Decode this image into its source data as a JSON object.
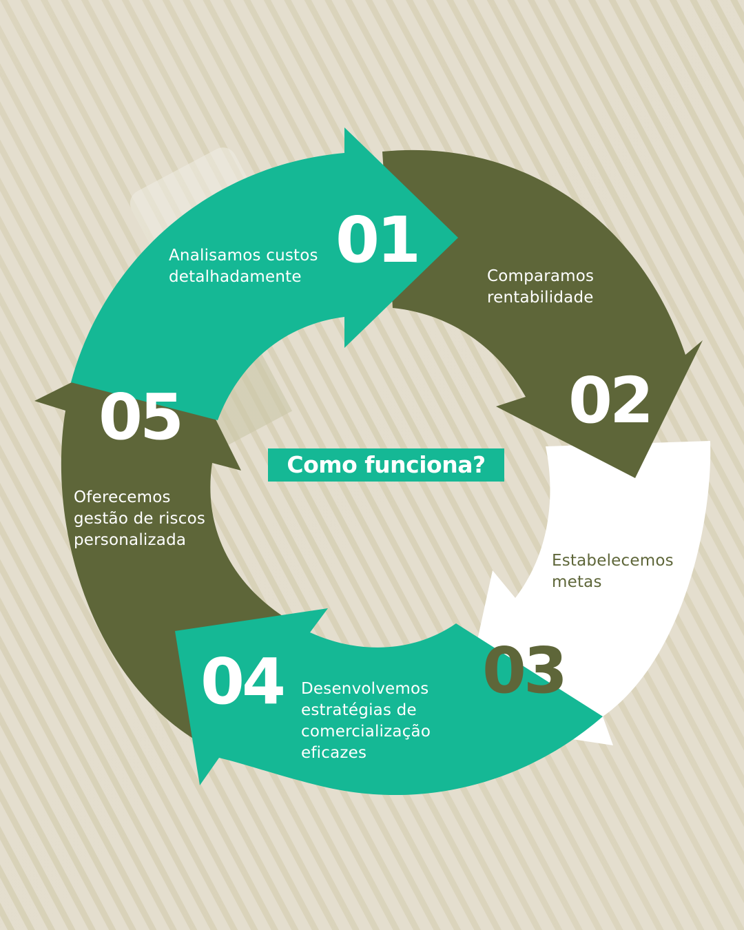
{
  "colors": {
    "teal": "#15b895",
    "olive": "#5e6639",
    "white": "#ffffff",
    "background": "#e3ddcd"
  },
  "center_title": "Como funciona?",
  "steps": [
    {
      "number": "01",
      "text": "Analisamos custos\ndetalhadamente",
      "arrow_color": "teal"
    },
    {
      "number": "02",
      "text": "Comparamos\nrentabilidade",
      "arrow_color": "olive"
    },
    {
      "number": "03",
      "text": "Estabelecemos\nmetas",
      "arrow_color": "white"
    },
    {
      "number": "04",
      "text": "Desenvolvemos\nestratégias de\ncomercialização\neficazes",
      "arrow_color": "teal"
    },
    {
      "number": "05",
      "text": "Oferecemos\ngestão de riscos\npersonalizada",
      "arrow_color": "olive"
    }
  ]
}
